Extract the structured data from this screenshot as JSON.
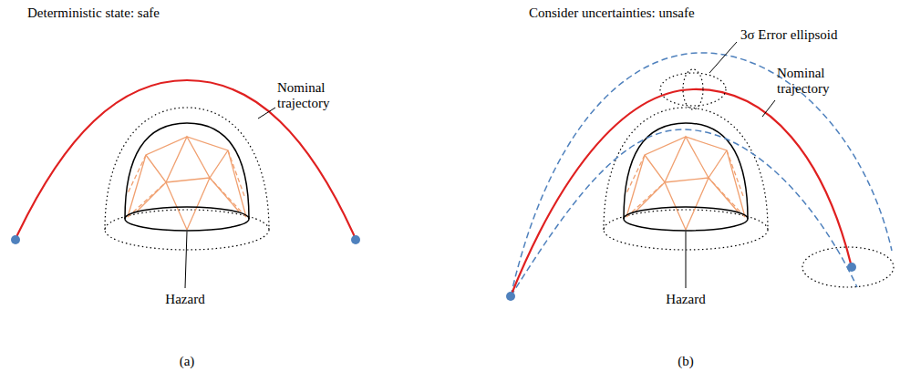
{
  "diagram": {
    "labels": [
      "Deterministic state: safe",
      "Nominal trajectory",
      "Hazard",
      "(a)",
      "Consider uncertainties: unsafe",
      "3σ Error ellipsoid",
      "Nominal trajectory",
      "Hazard",
      "(b)"
    ]
  }
}
